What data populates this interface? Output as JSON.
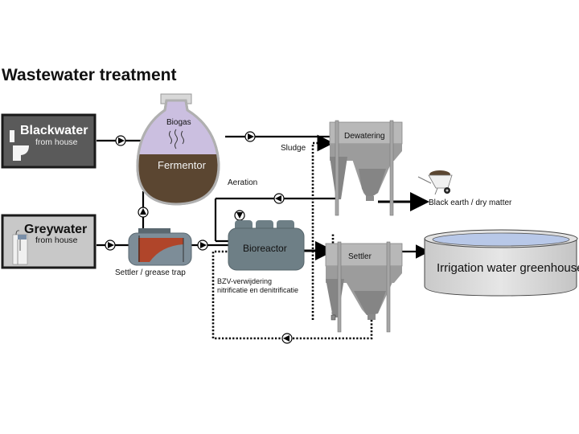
{
  "title": "Wastewater treatment",
  "sources": {
    "blackwater": {
      "title": "Blackwater",
      "subtitle": "from house"
    },
    "greywater": {
      "title": "Greywater",
      "subtitle": "from house"
    }
  },
  "units": {
    "fermentor": {
      "gas_label": "Biogas",
      "label": "Fermentor"
    },
    "settler_grease_trap": {
      "label": "Settler / grease trap"
    },
    "bioreactor": {
      "label": "Bioreactor",
      "note_line1": "BZV-verwijdering",
      "note_line2": "nitrificatie en denitrificatie"
    },
    "dewatering": {
      "label": "Dewatering"
    },
    "settler": {
      "label": "Settler"
    },
    "irrigation": {
      "label": "Irrigation water greenhouse"
    }
  },
  "flows": {
    "sludge": "Sludge",
    "aeration": "Aeration",
    "black_earth": "Black earth / dry matter"
  },
  "colors": {
    "biogas": "#cbbfe0",
    "fermentor": "#5b4631",
    "blackwater_box": "#5a5a5a",
    "greywater_box": "#c8c8c8",
    "grease": "#b0452a",
    "bioreactor": "#6e7f86",
    "water": "#b8c8e8"
  }
}
